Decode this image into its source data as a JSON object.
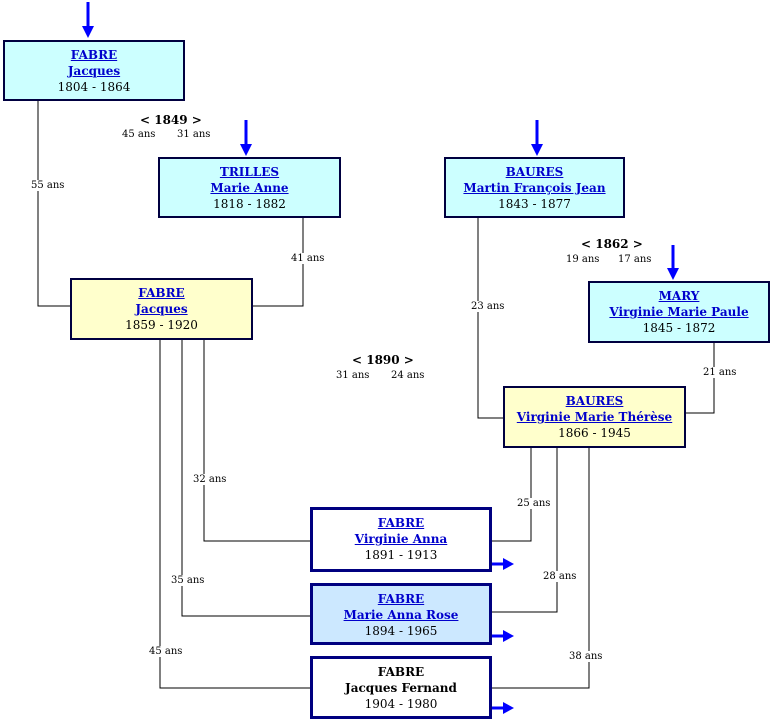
{
  "persons": {
    "p1": {
      "surname": "FABRE",
      "given": "Jacques",
      "dates": "1804 - 1864"
    },
    "p2": {
      "surname": "TRILLES",
      "given": "Marie Anne",
      "dates": "1818 - 1882"
    },
    "p3": {
      "surname": "BAURES",
      "given": "Martin François Jean",
      "dates": "1843 - 1877"
    },
    "p4": {
      "surname": "FABRE",
      "given": "Jacques",
      "dates": "1859 - 1920"
    },
    "p5": {
      "surname": "MARY",
      "given": "Virginie Marie Paule",
      "dates": "1845 - 1872"
    },
    "p6": {
      "surname": "BAURES",
      "given": "Virginie Marie Thérèse",
      "dates": "1866 - 1945"
    },
    "c1": {
      "surname": "FABRE",
      "given": "Virginie Anna",
      "dates": "1891 - 1913"
    },
    "c2": {
      "surname": "FABRE",
      "given": "Marie Anna Rose",
      "dates": "1894 - 1965"
    },
    "c3": {
      "surname": "FABRE",
      "given": "Jacques Fernand",
      "dates": "1904 - 1980"
    }
  },
  "marriages": {
    "m1": {
      "year": "< 1849 >",
      "age_a": "45 ans",
      "age_b": "31 ans"
    },
    "m2": {
      "year": "< 1862 >",
      "age_a": "19 ans",
      "age_b": "17 ans"
    },
    "m3": {
      "year": "< 1890 >",
      "age_a": "31 ans",
      "age_b": "24 ans"
    }
  },
  "ages": {
    "a1": "55 ans",
    "a2": "41 ans",
    "a3": "23 ans",
    "a4": "21 ans",
    "a5": "32 ans",
    "a6": "25 ans",
    "a7": "35 ans",
    "a8": "28 ans",
    "a9": "45 ans",
    "a10": "38 ans"
  },
  "colors": {
    "arrow": "#0000ff",
    "cyan_box": "#ccffff",
    "yellow_box": "#ffffcc",
    "blue_box": "#cce8ff"
  }
}
